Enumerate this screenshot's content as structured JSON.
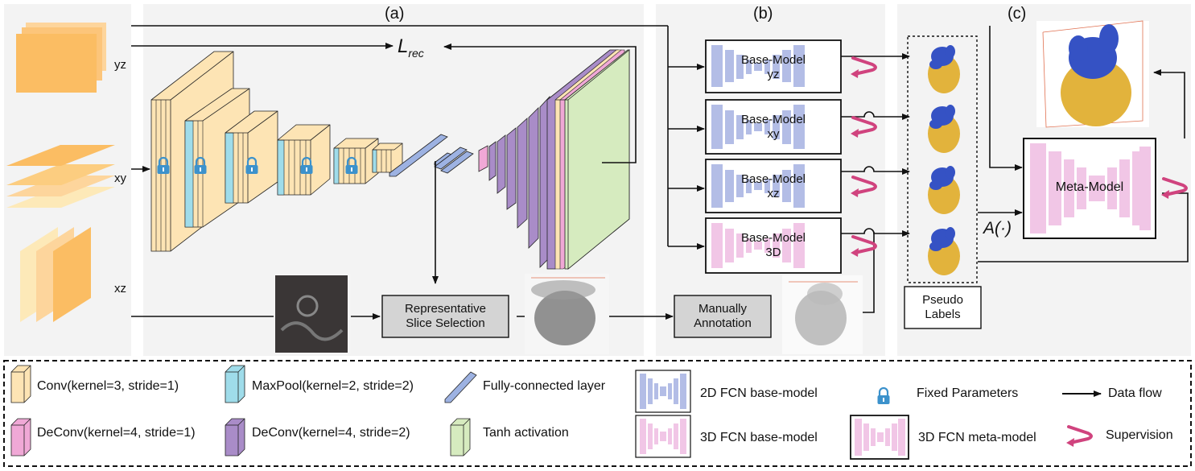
{
  "panels": {
    "a": "(a)",
    "b": "(b)",
    "c": "(c)"
  },
  "inputs": {
    "yz": "yz",
    "xy": "xy",
    "xz": "xz"
  },
  "loss": {
    "main": "L",
    "sub": "rec"
  },
  "slice_selection": [
    "Representative",
    "Slice Selection"
  ],
  "manual_annotation": [
    "Manually",
    "Annotation"
  ],
  "base_models": [
    {
      "line1": "Base-Model",
      "line2": "yz"
    },
    {
      "line1": "Base-Model",
      "line2": "xy"
    },
    {
      "line1": "Base-Model",
      "line2": "xz"
    },
    {
      "line1": "Base-Model",
      "line2": "3D"
    }
  ],
  "pseudo_labels": [
    "Pseudo",
    "Labels"
  ],
  "meta_model": "Meta-Model",
  "aggregation": "A(·)",
  "legend": {
    "conv": "Conv(kernel=3, stride=1)",
    "maxpool": "MaxPool(kernel=2, stride=2)",
    "fc": "Fully-connected layer",
    "fcn2d": "2D FCN base-model",
    "fixed": "Fixed Parameters",
    "dataflow": "Data flow",
    "deconv1": "DeConv(kernel=4, stride=1)",
    "deconv2": "DeConv(kernel=4, stride=2)",
    "tanh": "Tanh activation",
    "fcn3d": "3D FCN base-model",
    "meta3d": "3D FCN meta-model",
    "supervision": "Supervision"
  },
  "colors": {
    "conv": "#fde4b4",
    "maxpool": "#9fdcea",
    "fc": "#9db2e2",
    "deconv1": "#f0a8d6",
    "deconv2": "#a98cc8",
    "tanh": "#d6ebbf",
    "fcn2d": "#b3bde6",
    "fcn3d": "#f1c6e6",
    "supervision": "#d0437e",
    "lock": "#3c92cc",
    "heart_blue": "#3552c4",
    "heart_yellow": "#e2b33c"
  }
}
